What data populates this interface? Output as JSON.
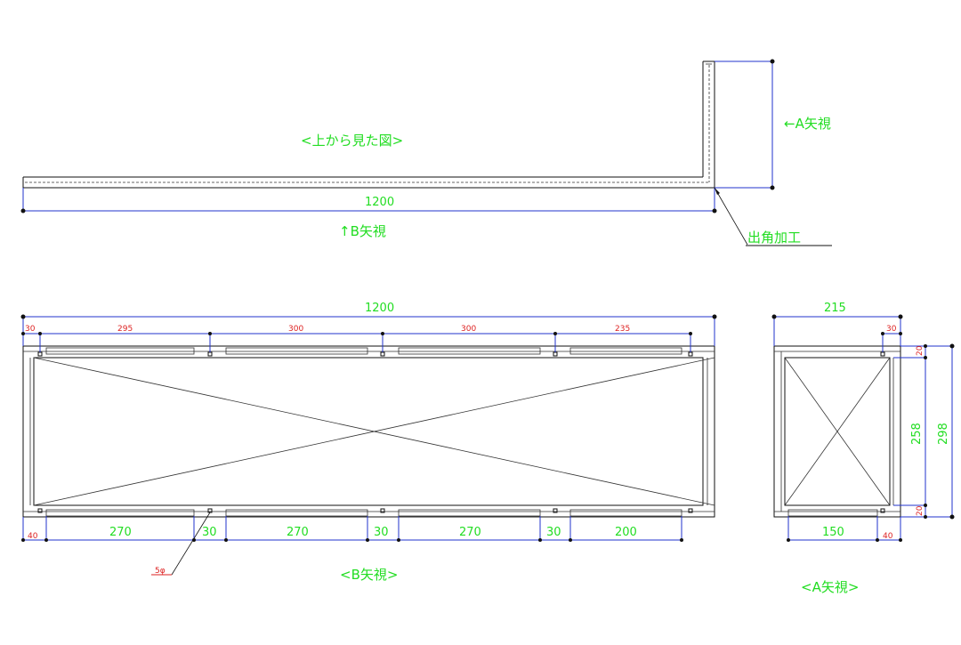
{
  "top_view": {
    "title": "<上から見た図>",
    "length_dim": "1200",
    "view_a": "←A矢視",
    "view_b": "↑B矢視",
    "corner_note": "出角加工"
  },
  "b_view": {
    "title": "<B矢視>",
    "overall_dim": "1200",
    "top_dims": [
      "30",
      "295",
      "300",
      "300",
      "235"
    ],
    "bottom_dims": [
      "40",
      "270",
      "30",
      "270",
      "30",
      "270",
      "30",
      "200"
    ],
    "hole_note": "5φ"
  },
  "a_view": {
    "title": "<A矢視>",
    "width_dim": "215",
    "top_small_dim": "30",
    "bottom_dim": "150",
    "bottom_small_dim": "40",
    "side_dims": [
      "20",
      "258",
      "20"
    ],
    "height_dim": "298"
  },
  "colors": {
    "text_dims": "#22dd22",
    "small_dims": "#dd2222",
    "dim_lines": "#2233cc",
    "object_lines": "#111111"
  }
}
